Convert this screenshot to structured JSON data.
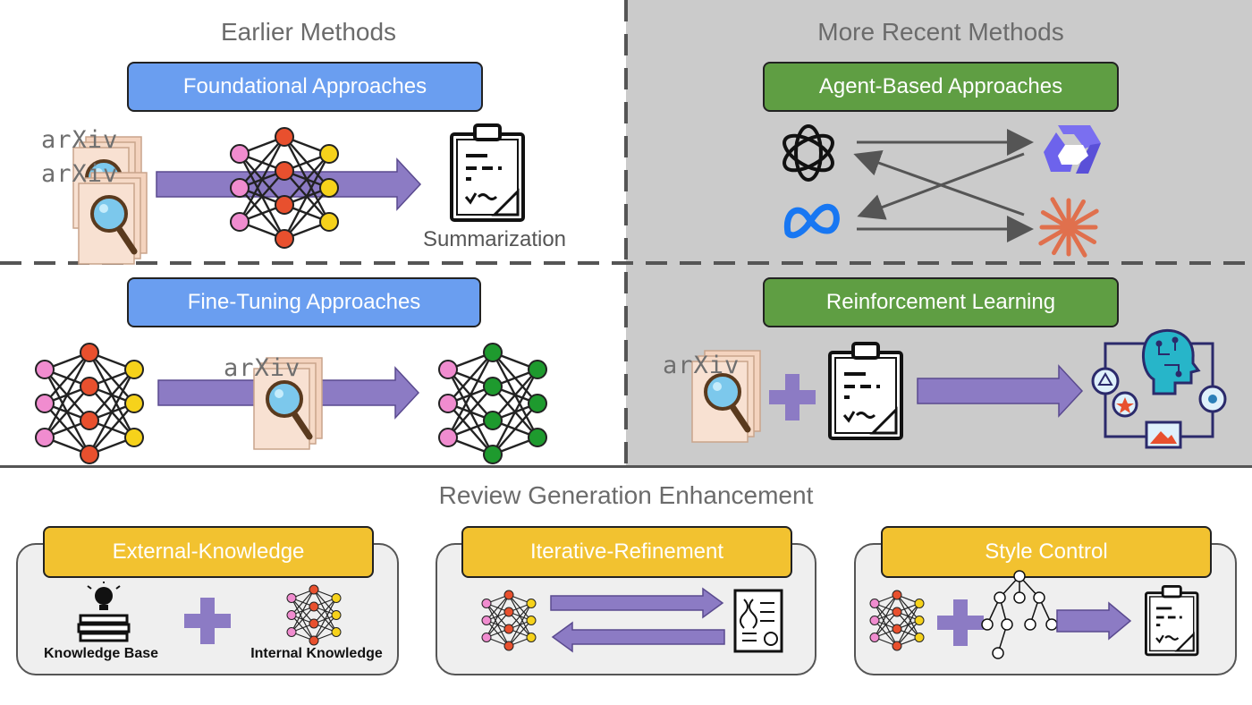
{
  "sections": {
    "earlier": {
      "title": "Earlier Methods",
      "foundational": {
        "label": "Foundational Approaches",
        "output_label": "Summarization"
      },
      "finetuning": {
        "label": "Fine-Tuning Approaches"
      }
    },
    "recent": {
      "title": "More Recent Methods",
      "agent": {
        "label": "Agent-Based Approaches"
      },
      "rl": {
        "label": "Reinforcement Learning"
      }
    },
    "review": {
      "title": "Review Generation Enhancement",
      "external": {
        "label": "External-Knowledge",
        "left_caption": "Knowledge Base",
        "right_caption": "Internal Knowledge"
      },
      "iterative": {
        "label": "Iterative-Refinement"
      },
      "style": {
        "label": "Style Control"
      }
    }
  },
  "logo_text": "arXiv",
  "colors": {
    "blue_pill": "#6a9ef0",
    "green_pill": "#5f9e43",
    "gold_pill": "#f2c230",
    "arrow": "#8c7bc4",
    "gray_panel": "#cbcbcb",
    "node_pink": "#f08ccf",
    "node_red": "#e8502e",
    "node_yellow": "#f6d21b",
    "node_green": "#1e9a2e"
  },
  "icons": [
    "arxiv-paper-icon",
    "magnifier-icon",
    "neural-network-icon",
    "clipboard-icon",
    "openai-icon",
    "qwen-icon",
    "meta-icon",
    "claude-icon",
    "plus-icon",
    "ai-brain-cycle-icon",
    "knowledge-base-icon",
    "dna-report-icon",
    "tree-icon"
  ]
}
